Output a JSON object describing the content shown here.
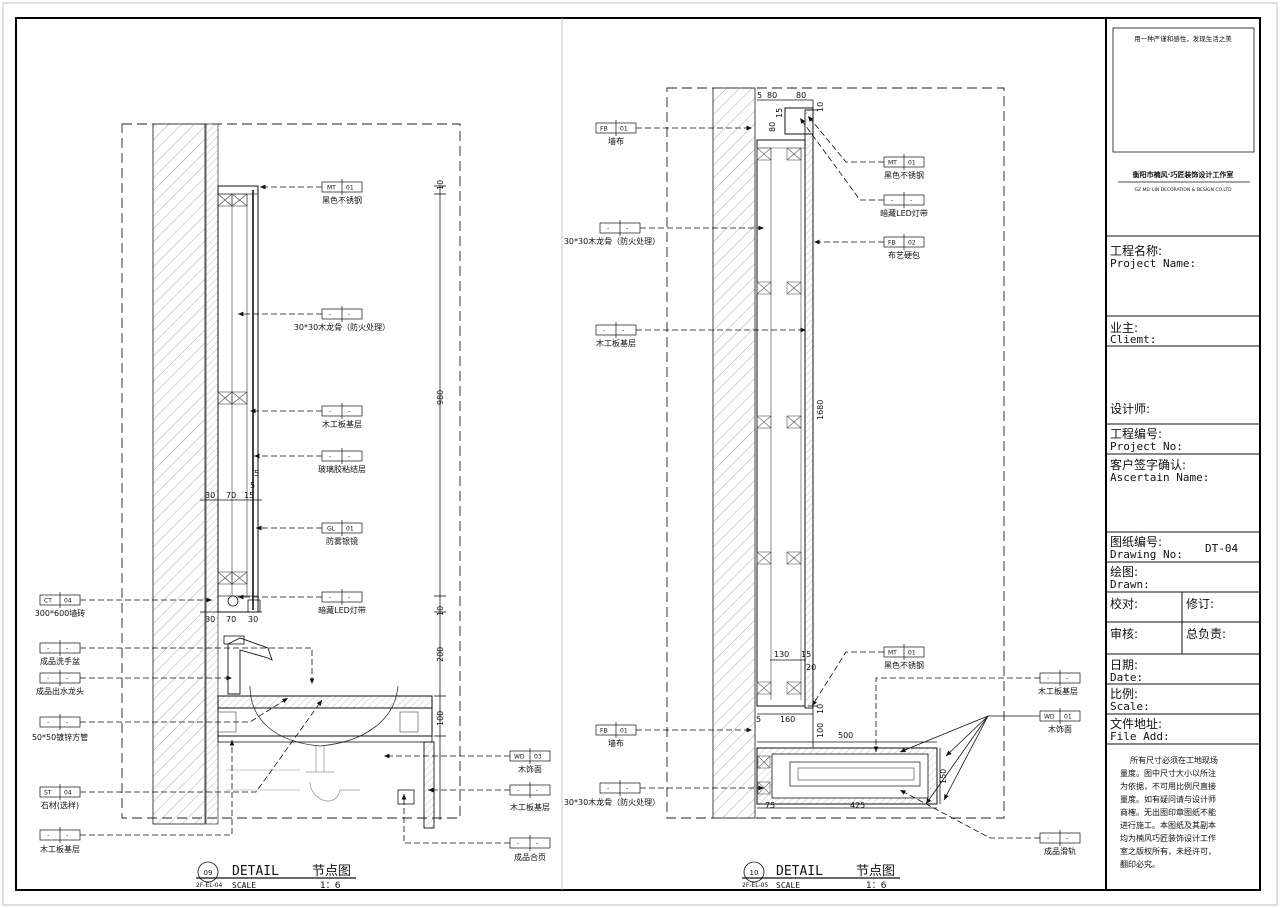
{
  "left_detail": {
    "tags": [
      {
        "code": "MT",
        "num": "01",
        "label": "黑色不锈钢"
      },
      {
        "code": "-",
        "num": "-",
        "label": "30*30木龙骨（防火处理）"
      },
      {
        "code": "-",
        "num": "-",
        "label": "木工板基层"
      },
      {
        "code": "-",
        "num": "-",
        "label": "玻璃胶粘结层"
      },
      {
        "code": "GL",
        "num": "01",
        "label": "防雾银镜"
      },
      {
        "code": "-",
        "num": "-",
        "label": "暗藏LED灯带"
      },
      {
        "code": "CT",
        "num": "04",
        "label": "300*600墙砖"
      },
      {
        "code": "-",
        "num": "-",
        "label": "成品洗手盆"
      },
      {
        "code": "-",
        "num": "-",
        "label": "成品出水龙头"
      },
      {
        "code": "-",
        "num": "-",
        "label": "50*50镀锌方管"
      },
      {
        "code": "ST",
        "num": "04",
        "label": "石材(选样)"
      },
      {
        "code": "-",
        "num": "-",
        "label": "木工板基层"
      },
      {
        "code": "WD",
        "num": "03",
        "label": "木饰面"
      },
      {
        "code": "-",
        "num": "-",
        "label": "木工板基层"
      },
      {
        "code": "-",
        "num": "-",
        "label": "成品合页"
      }
    ],
    "dims": {
      "d10a": "10",
      "d980": "980",
      "d10b": "10",
      "d200": "200",
      "d100": "100",
      "d5a": "5",
      "d5b": "5",
      "d30a": "30",
      "d70a": "70",
      "d15a": "15",
      "d30b": "30",
      "d70b": "70",
      "d30c": "30"
    },
    "title": {
      "num": "09",
      "ref": "2F-EL-04",
      "word": "DETAIL",
      "cn": "节点图",
      "scale_word": "SCALE",
      "scale": "1：6"
    }
  },
  "right_detail": {
    "tags": [
      {
        "code": "FB",
        "num": "01",
        "label": "墙布"
      },
      {
        "code": "MT",
        "num": "01",
        "label": "黑色不锈钢"
      },
      {
        "code": "-",
        "num": "-",
        "label": "暗藏LED灯带"
      },
      {
        "code": "-",
        "num": "-",
        "label": "30*30木龙骨（防火处理）"
      },
      {
        "code": "FB",
        "num": "02",
        "label": "布艺硬包"
      },
      {
        "code": "-",
        "num": "-",
        "label": "木工板基层"
      },
      {
        "code": "MT",
        "num": "01",
        "label": "黑色不锈钢"
      },
      {
        "code": "-",
        "num": "-",
        "label": "木工板基层"
      },
      {
        "code": "FB",
        "num": "01",
        "label": "墙布"
      },
      {
        "code": "WD",
        "num": "01",
        "label": "木饰面"
      },
      {
        "code": "-",
        "num": "-",
        "label": "30*30木龙骨（防火处理）"
      },
      {
        "code": "-",
        "num": "-",
        "label": "成品滑轨"
      }
    ],
    "dims": {
      "d5": "5",
      "d80a": "80",
      "d80b": "80",
      "d15": "15",
      "d10": "10",
      "d80c": "80",
      "d1680": "1680",
      "d130": "130",
      "d15b": "15",
      "d20": "20",
      "d5b": "5",
      "d160": "160",
      "d10b": "10",
      "d100": "100",
      "d500": "500",
      "d75": "75",
      "d425": "425",
      "d150": "150"
    },
    "title": {
      "num": "10",
      "ref": "2F-EL-05",
      "word": "DETAIL",
      "cn": "节点图",
      "scale_word": "SCALE",
      "scale": "1：6"
    }
  },
  "title_block": {
    "slogan": "用一种严谨和感性，发现生活之美",
    "company_cn": "衡阳市楠风·巧匠装饰设计工作室",
    "company_en": "GZ MEI LIN DECORATION & DESIGN CO.LTD",
    "project_name_cn": "工程名称:",
    "project_name_en": "Project Name:",
    "client_cn": "业主:",
    "client_en": "Cliemt:",
    "designer": "设计师:",
    "project_no_cn": "工程编号:",
    "project_no_en": "Project No:",
    "ascertain_cn": "客户签字确认:",
    "ascertain_en": "Ascertain Name:",
    "drawing_no_cn": "图纸编号:",
    "drawing_no_en": "Drawing No:",
    "drawing_no": "DT-04",
    "drawn_cn": "绘图:",
    "drawn_en": "Drawn:",
    "check": "校对:",
    "revise": "修订:",
    "review": "审核:",
    "chief": "总负责:",
    "date_cn": "日期:",
    "date_en": "Date:",
    "scale_cn": "比例:",
    "scale_en": "Scale:",
    "file_cn": "文件地址:",
    "file_en": "File Add:",
    "notes": [
      "所有尺寸必须在工地现场",
      "量度。图中尺寸大小以所注",
      "为依据，不可用比例尺直接",
      "量度。如有疑问请与设计师",
      "商榷。无出图印章图纸不能",
      "进行施工。本图纸及其副本",
      "均为楠风巧匠装饰设计工作",
      "室之版权所有，未经许可，",
      "翻印必究。"
    ]
  }
}
